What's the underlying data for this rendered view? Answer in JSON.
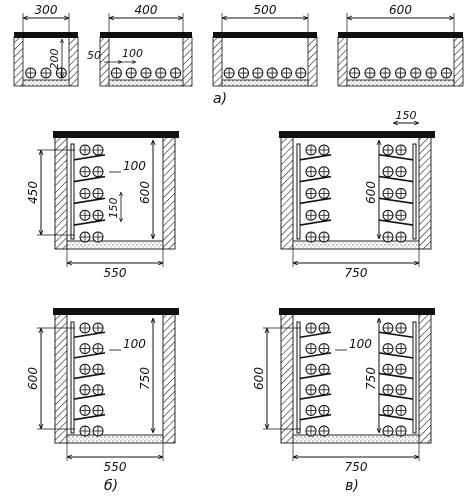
{
  "strip": [
    {
      "width_label": "300",
      "extra_labels": [
        "200"
      ],
      "cables": 3
    },
    {
      "width_label": "400",
      "extra_labels": [
        "50",
        "100"
      ],
      "cables": 5
    },
    {
      "width_label": "500",
      "extra_labels": [],
      "cables": 6
    },
    {
      "width_label": "600",
      "extra_labels": [],
      "cables": 7
    }
  ],
  "caption_a": "а)",
  "panels": [
    {
      "id": "b1",
      "caption": "",
      "width": "550",
      "height": "600",
      "rack": "450",
      "spacing": "100",
      "pitch": "150",
      "top": ""
    },
    {
      "id": "v1",
      "caption": "",
      "width": "750",
      "height": "600",
      "rack": "",
      "spacing": "",
      "pitch": "",
      "top": "150"
    },
    {
      "id": "b2",
      "caption": "б)",
      "width": "550",
      "height": "750",
      "rack": "600",
      "spacing": "100",
      "pitch": "",
      "top": ""
    },
    {
      "id": "v2",
      "caption": "в)",
      "width": "750",
      "height": "750",
      "rack": "600",
      "spacing": "100",
      "pitch": "",
      "top": ""
    }
  ],
  "colors": {
    "ink": "#111111",
    "paper": "#ffffff",
    "fill": "#d8d8d8"
  }
}
